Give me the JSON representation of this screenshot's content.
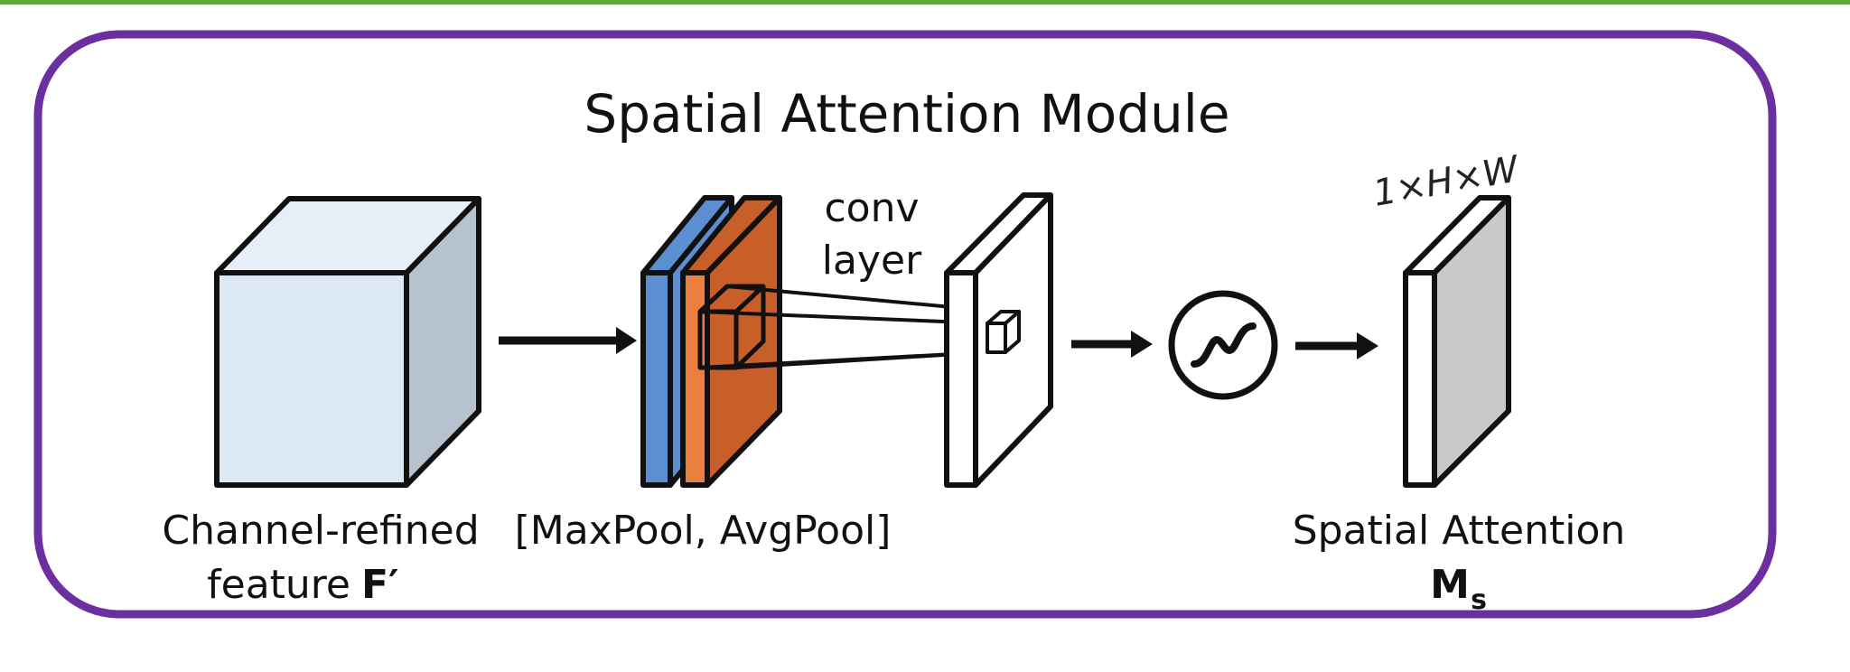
{
  "title": "Spatial Attention Module",
  "labels": {
    "input_line1": "Channel-refined",
    "input_line2": "feature",
    "input_symbol": "F′",
    "pool": "[MaxPool, AvgPool]",
    "conv_line1": "conv",
    "conv_line2": "layer",
    "output_line1": "Spatial Attention",
    "output_symbol_main": "M",
    "output_symbol_sub": "s"
  },
  "annotation": "1×H×W",
  "colors": {
    "frame": "#6b2fa0",
    "top_line": "#5cab3c",
    "input_cube_front": "#dce9f5",
    "input_cube_top": "#e6eff8",
    "input_cube_side": "#b6c3ce",
    "pool_blue": "#5b8fd1",
    "pool_orange": "#c85f2a",
    "pool_orange_front": "#ea8040",
    "output_side": "#c9c9c9",
    "stroke": "#111111"
  },
  "icons": {
    "sigmoid": "sigmoid-icon",
    "arrow": "right-arrow-icon"
  }
}
